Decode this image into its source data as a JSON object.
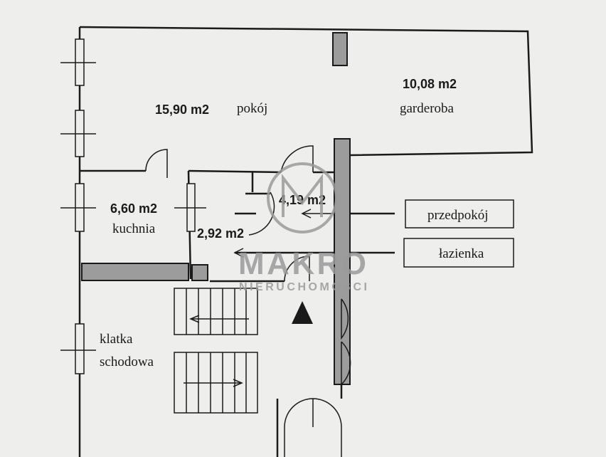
{
  "rooms": [
    {
      "name": "pokój",
      "area": "15,90 m2"
    },
    {
      "name": "garderoba",
      "area": "10,08 m2"
    },
    {
      "name": "kuchnia",
      "area": "6,60 m2"
    },
    {
      "name": "",
      "area": "2,92 m2"
    },
    {
      "name": "",
      "area": "4,19 m2"
    }
  ],
  "legend": [
    "przedpokój",
    "łazienka"
  ],
  "stairwell": [
    "klatka",
    "schodowa"
  ],
  "watermark": {
    "brand": "MAKRO",
    "sub": "NIERUCHOMOSCI"
  },
  "colors": {
    "wall": "#1a1a1a",
    "gray_wall": "#9c9c9c",
    "paper": "#eeeeec"
  }
}
